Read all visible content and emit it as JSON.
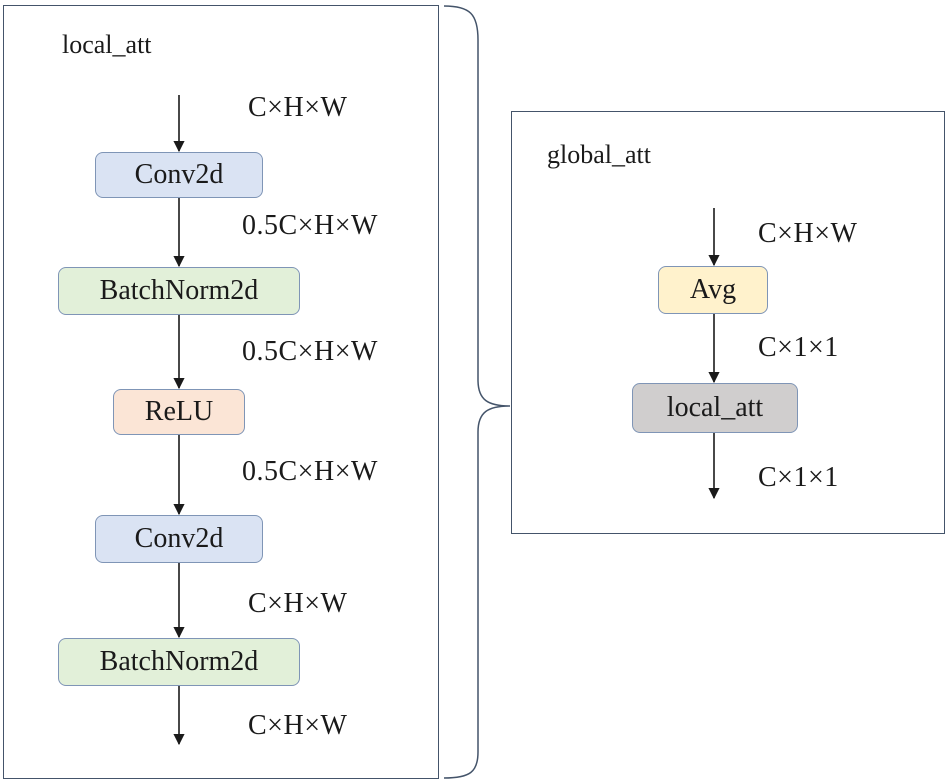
{
  "local": {
    "title": "local_att",
    "nodes": [
      {
        "label": "Conv2d",
        "color": "#dae3f3"
      },
      {
        "label": "BatchNorm2d",
        "color": "#e2f0d9"
      },
      {
        "label": "ReLU",
        "color": "#fbe5d6"
      },
      {
        "label": "Conv2d",
        "color": "#dae3f3"
      },
      {
        "label": "BatchNorm2d",
        "color": "#e2f0d9"
      }
    ],
    "dims": [
      "C×H×W",
      "0.5C×H×W",
      "0.5C×H×W",
      "0.5C×H×W",
      "C×H×W",
      "C×H×W"
    ]
  },
  "global": {
    "title": "global_att",
    "nodes": [
      {
        "label": "Avg",
        "color": "#fff2cc"
      },
      {
        "label": "local_att",
        "color": "#d0cece"
      }
    ],
    "dims": [
      "C×H×W",
      "C×1×1",
      "C×1×1"
    ]
  }
}
